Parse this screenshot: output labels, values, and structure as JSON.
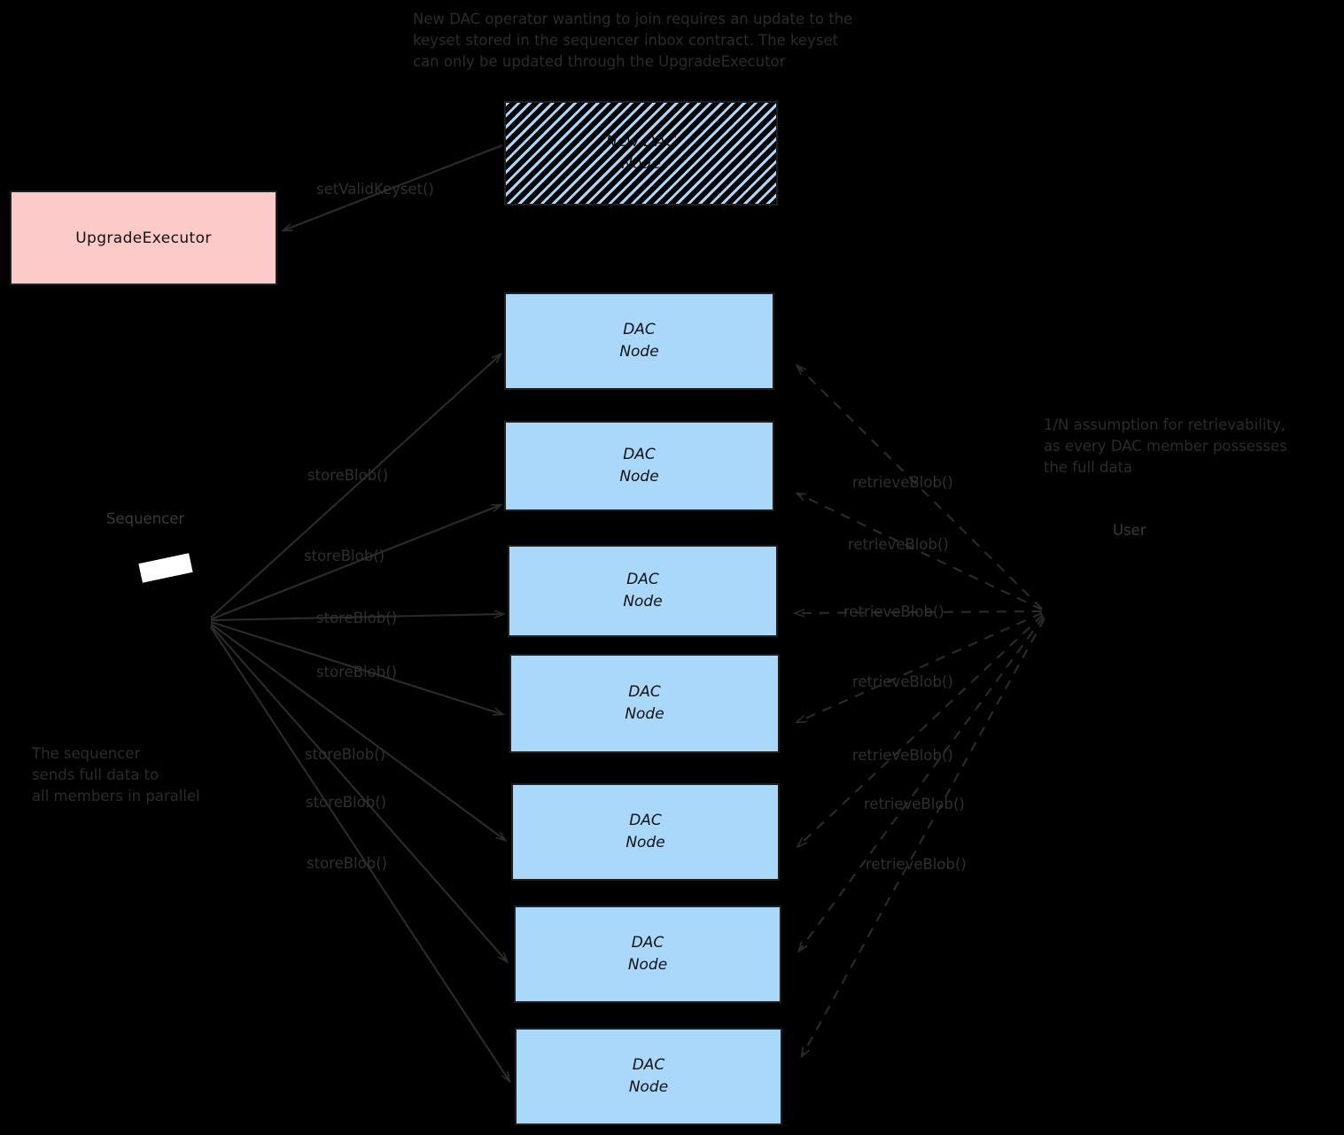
{
  "diagram": {
    "background_color": "#000000",
    "accent_node_color": "#a9d8fb",
    "accent_executor_color": "#fdcaca",
    "stroke_color": "#1f1f1f",
    "annotation_color": "#2b2b2b"
  },
  "notes": {
    "keyset_note": "New DAC operator wanting to join requires an update to the\nkeyset stored in the sequencer inbox contract. The keyset\ncan only be updated through the UpgradeExecutor",
    "retrievability_note": "1/N assumption for retrievability,\nas every DAC member possesses\nthe full data",
    "sequencer_note": "The sequencer\nsends full data to\nall members in parallel"
  },
  "actors": {
    "sequencer_label": "Sequencer",
    "user_label": "User"
  },
  "boxes": {
    "upgrade_executor": "UpgradeExecutor",
    "new_dac_node": {
      "line1": "New DAC",
      "line2": "Node"
    }
  },
  "dac_nodes": [
    {
      "line1": "DAC",
      "line2": "Node"
    },
    {
      "line1": "DAC",
      "line2": "Node"
    },
    {
      "line1": "DAC",
      "line2": "Node"
    },
    {
      "line1": "DAC",
      "line2": "Node"
    },
    {
      "line1": "DAC",
      "line2": "Node"
    },
    {
      "line1": "DAC",
      "line2": "Node"
    },
    {
      "line1": "DAC",
      "line2": "Node"
    }
  ],
  "edges": {
    "set_valid_keyset": "setValidKeyset()",
    "store_blob_labels": [
      "storeBlob()",
      "storeBlob()",
      "storeBlob()",
      "storeBlob()",
      "storeBlob()",
      "storeBlob()",
      "storeBlob()"
    ],
    "retrieve_blob_labels": [
      "retrieveBlob()",
      "retrieveBlob()",
      "retrieveBlob()",
      "retrieveBlob()",
      "retrieveBlob()",
      "retrieveBlob()",
      "retrieveBlob()"
    ]
  }
}
